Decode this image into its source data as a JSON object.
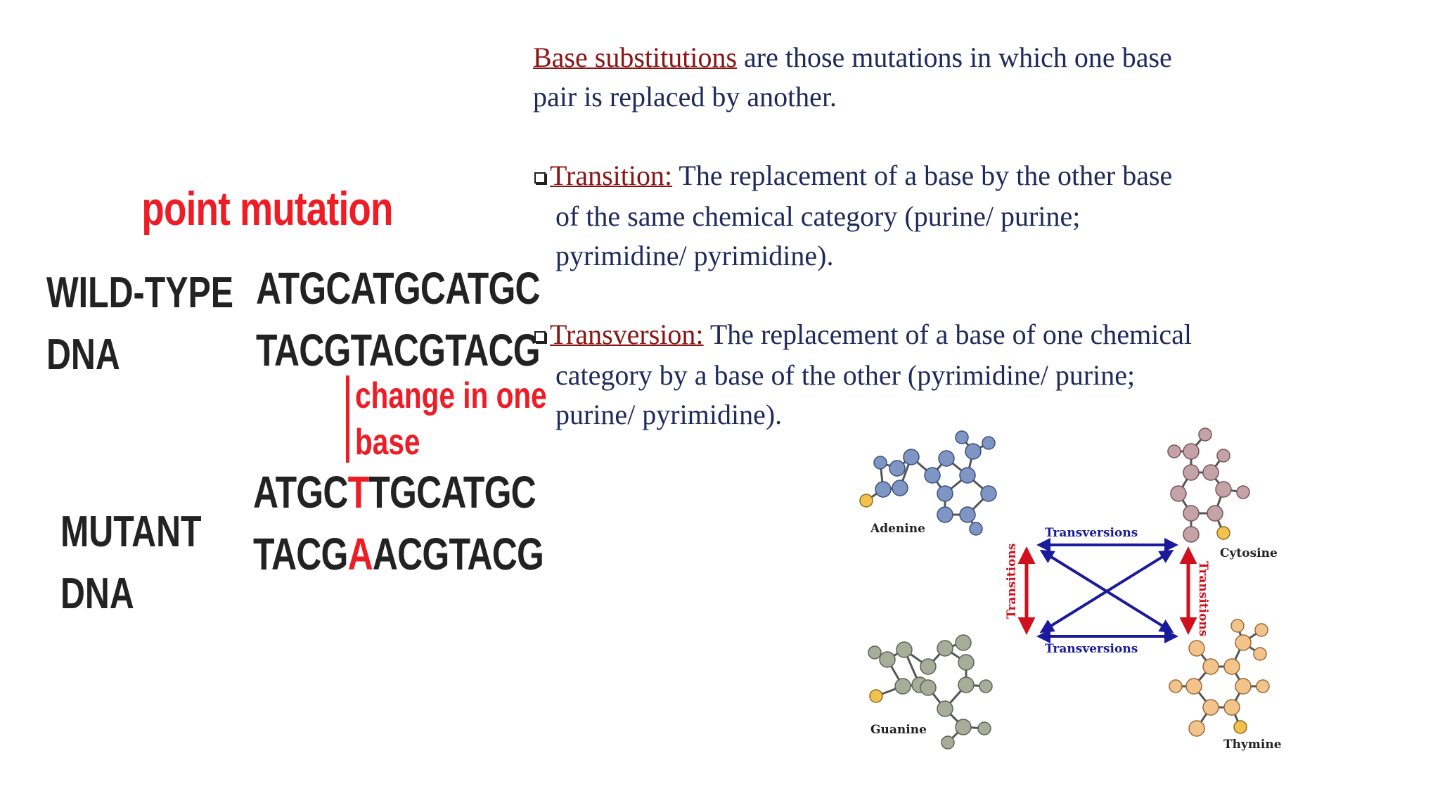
{
  "left": {
    "title": "point mutation",
    "wild_label_1": "WILD-TYPE",
    "wild_label_2": "DNA",
    "wild_strand_top": "ATGCATGCATGC",
    "wild_strand_bottom": "TACGTACGTACG",
    "change_line_1": "change in one",
    "change_line_2": "base",
    "mutant_top_a": "ATGC",
    "mutant_top_hl": "T",
    "mutant_top_b": "TGCATGC",
    "mutant_bottom_a": "TACG",
    "mutant_bottom_hl": "A",
    "mutant_bottom_b": "ACGTACG",
    "mutant_label_1": "MUTANT",
    "mutant_label_2": "DNA",
    "highlight_color": "#ee1c25"
  },
  "right": {
    "intro_term": "Base substitutions",
    "intro_rest": " are those mutations in which one base",
    "intro_line2": " pair is replaced by another.",
    "transition_term": "Transition:",
    "transition_rest": " The replacement of a base by the other base",
    "transition_line2": "of the same chemical category (purine/ purine;",
    "transition_line3": "pyrimidine/ pyrimidine).",
    "transversion_term": "Transversion:",
    "transversion_rest": " The replacement of a base of one chemical",
    "transversion_line2": "category by a base of the other (pyrimidine/ purine;",
    "transversion_line3": " purine/ pyrimidine).",
    "text_color": "#1f2a5c",
    "term_color": "#8b1414",
    "bullet_icon": "square-bullet-icon"
  },
  "diagram": {
    "adenine": "Adenine",
    "cytosine": "Cytosine",
    "guanine": "Guanine",
    "thymine": "Thymine",
    "transversions_top": "Transversions",
    "transversions_bottom": "Transversions",
    "transitions_left": "Transitions",
    "transitions_right": "Transitions",
    "transversion_color": "#1a1a9c",
    "transition_color": "#d0101c"
  }
}
